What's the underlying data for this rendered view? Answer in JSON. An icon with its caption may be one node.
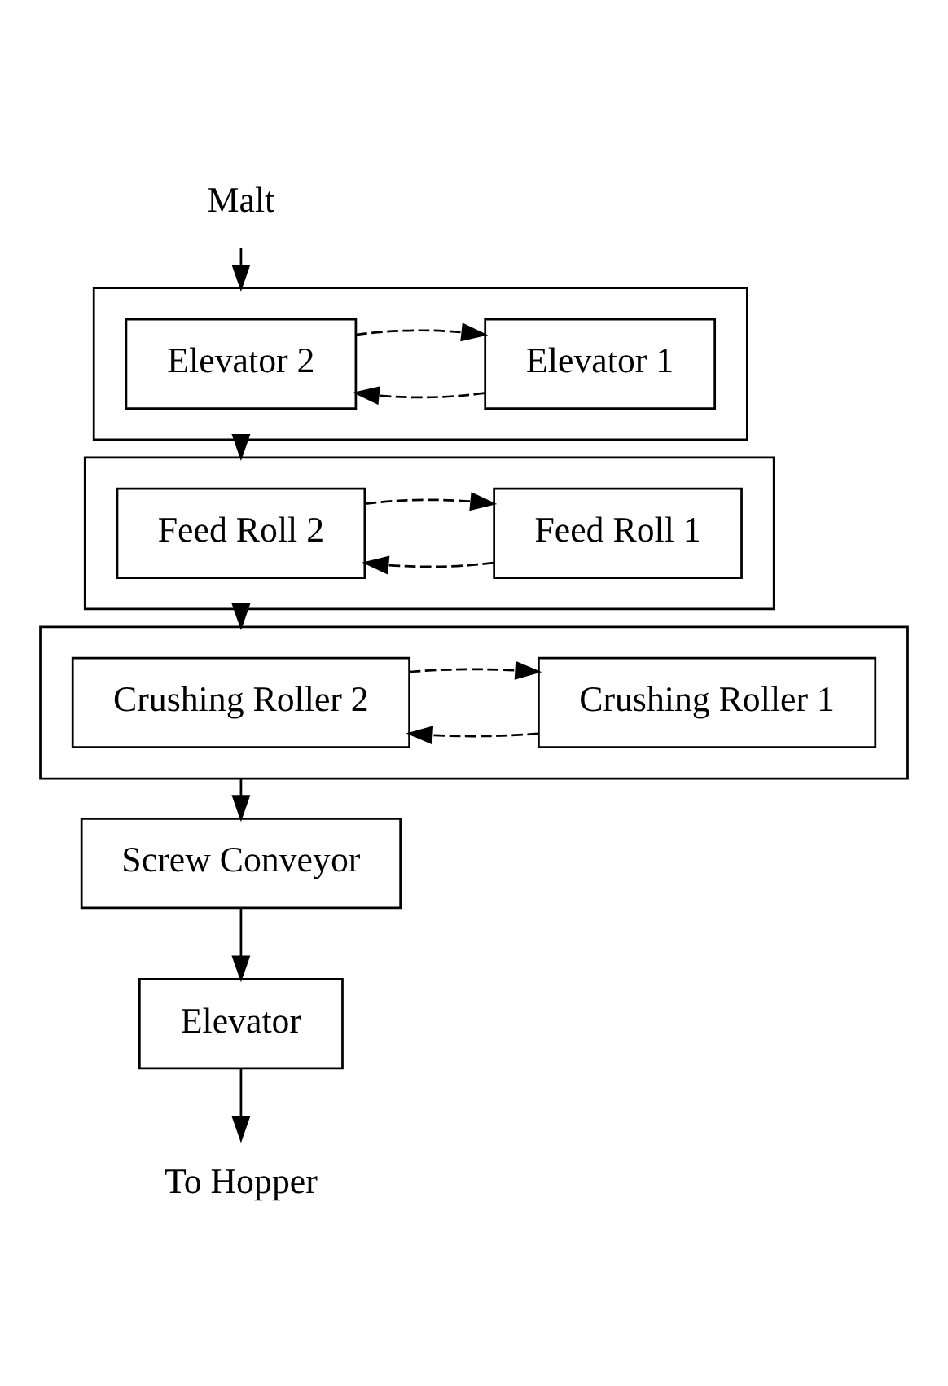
{
  "diagram": {
    "nodes": [
      {
        "text": [
          "Malt"
        ]
      },
      {
        "text": [],
        "shape": "box"
      },
      {
        "text": [
          "Elevator 1"
        ],
        "in": 1
      },
      {
        "text": [
          "Elevator 2"
        ],
        "in": 1
      },
      {
        "text": [],
        "shape": "box"
      },
      {
        "text": [
          "Feed Roll 1"
        ],
        "in": 4
      },
      {
        "text": [
          "Feed Roll 2"
        ],
        "in": 4
      },
      {
        "text": [],
        "shape": "box"
      },
      {
        "text": [
          "Crushing Roller 1"
        ],
        "in": 7
      },
      {
        "text": [
          "Crushing Roller 2"
        ],
        "in": 7
      },
      {
        "text": [
          "Screw Conveyor"
        ]
      },
      {
        "text": [
          "Elevator"
        ]
      },
      {
        "text": [
          "To Hopper"
        ]
      }
    ],
    "edges": [
      {
        "from": 0,
        "to": 1,
        "arrow": "to"
      },
      {
        "from": 2,
        "to": 3,
        "arrow": "to",
        "style": "dashed"
      },
      {
        "from": 3,
        "to": 2,
        "arrow": "to",
        "style": "dashed"
      },
      {
        "from": 1,
        "to": 4,
        "arrow": "to"
      },
      {
        "from": 5,
        "to": 6,
        "arrow": "to",
        "style": "dashed"
      },
      {
        "from": 6,
        "to": 5,
        "arrow": "to",
        "style": "dashed"
      },
      {
        "from": 4,
        "to": 7,
        "arrow": "to"
      },
      {
        "from": 8,
        "to": 9,
        "arrow": "to",
        "style": "dashed"
      },
      {
        "from": 9,
        "to": 8,
        "arrow": "to",
        "style": "dashed"
      },
      {
        "from": 7,
        "to": 10,
        "arrow": "to"
      },
      {
        "from": 10,
        "to": 11,
        "arrow": "to"
      },
      {
        "from": 11,
        "to": 12,
        "arrow": "to"
      }
    ]
  }
}
